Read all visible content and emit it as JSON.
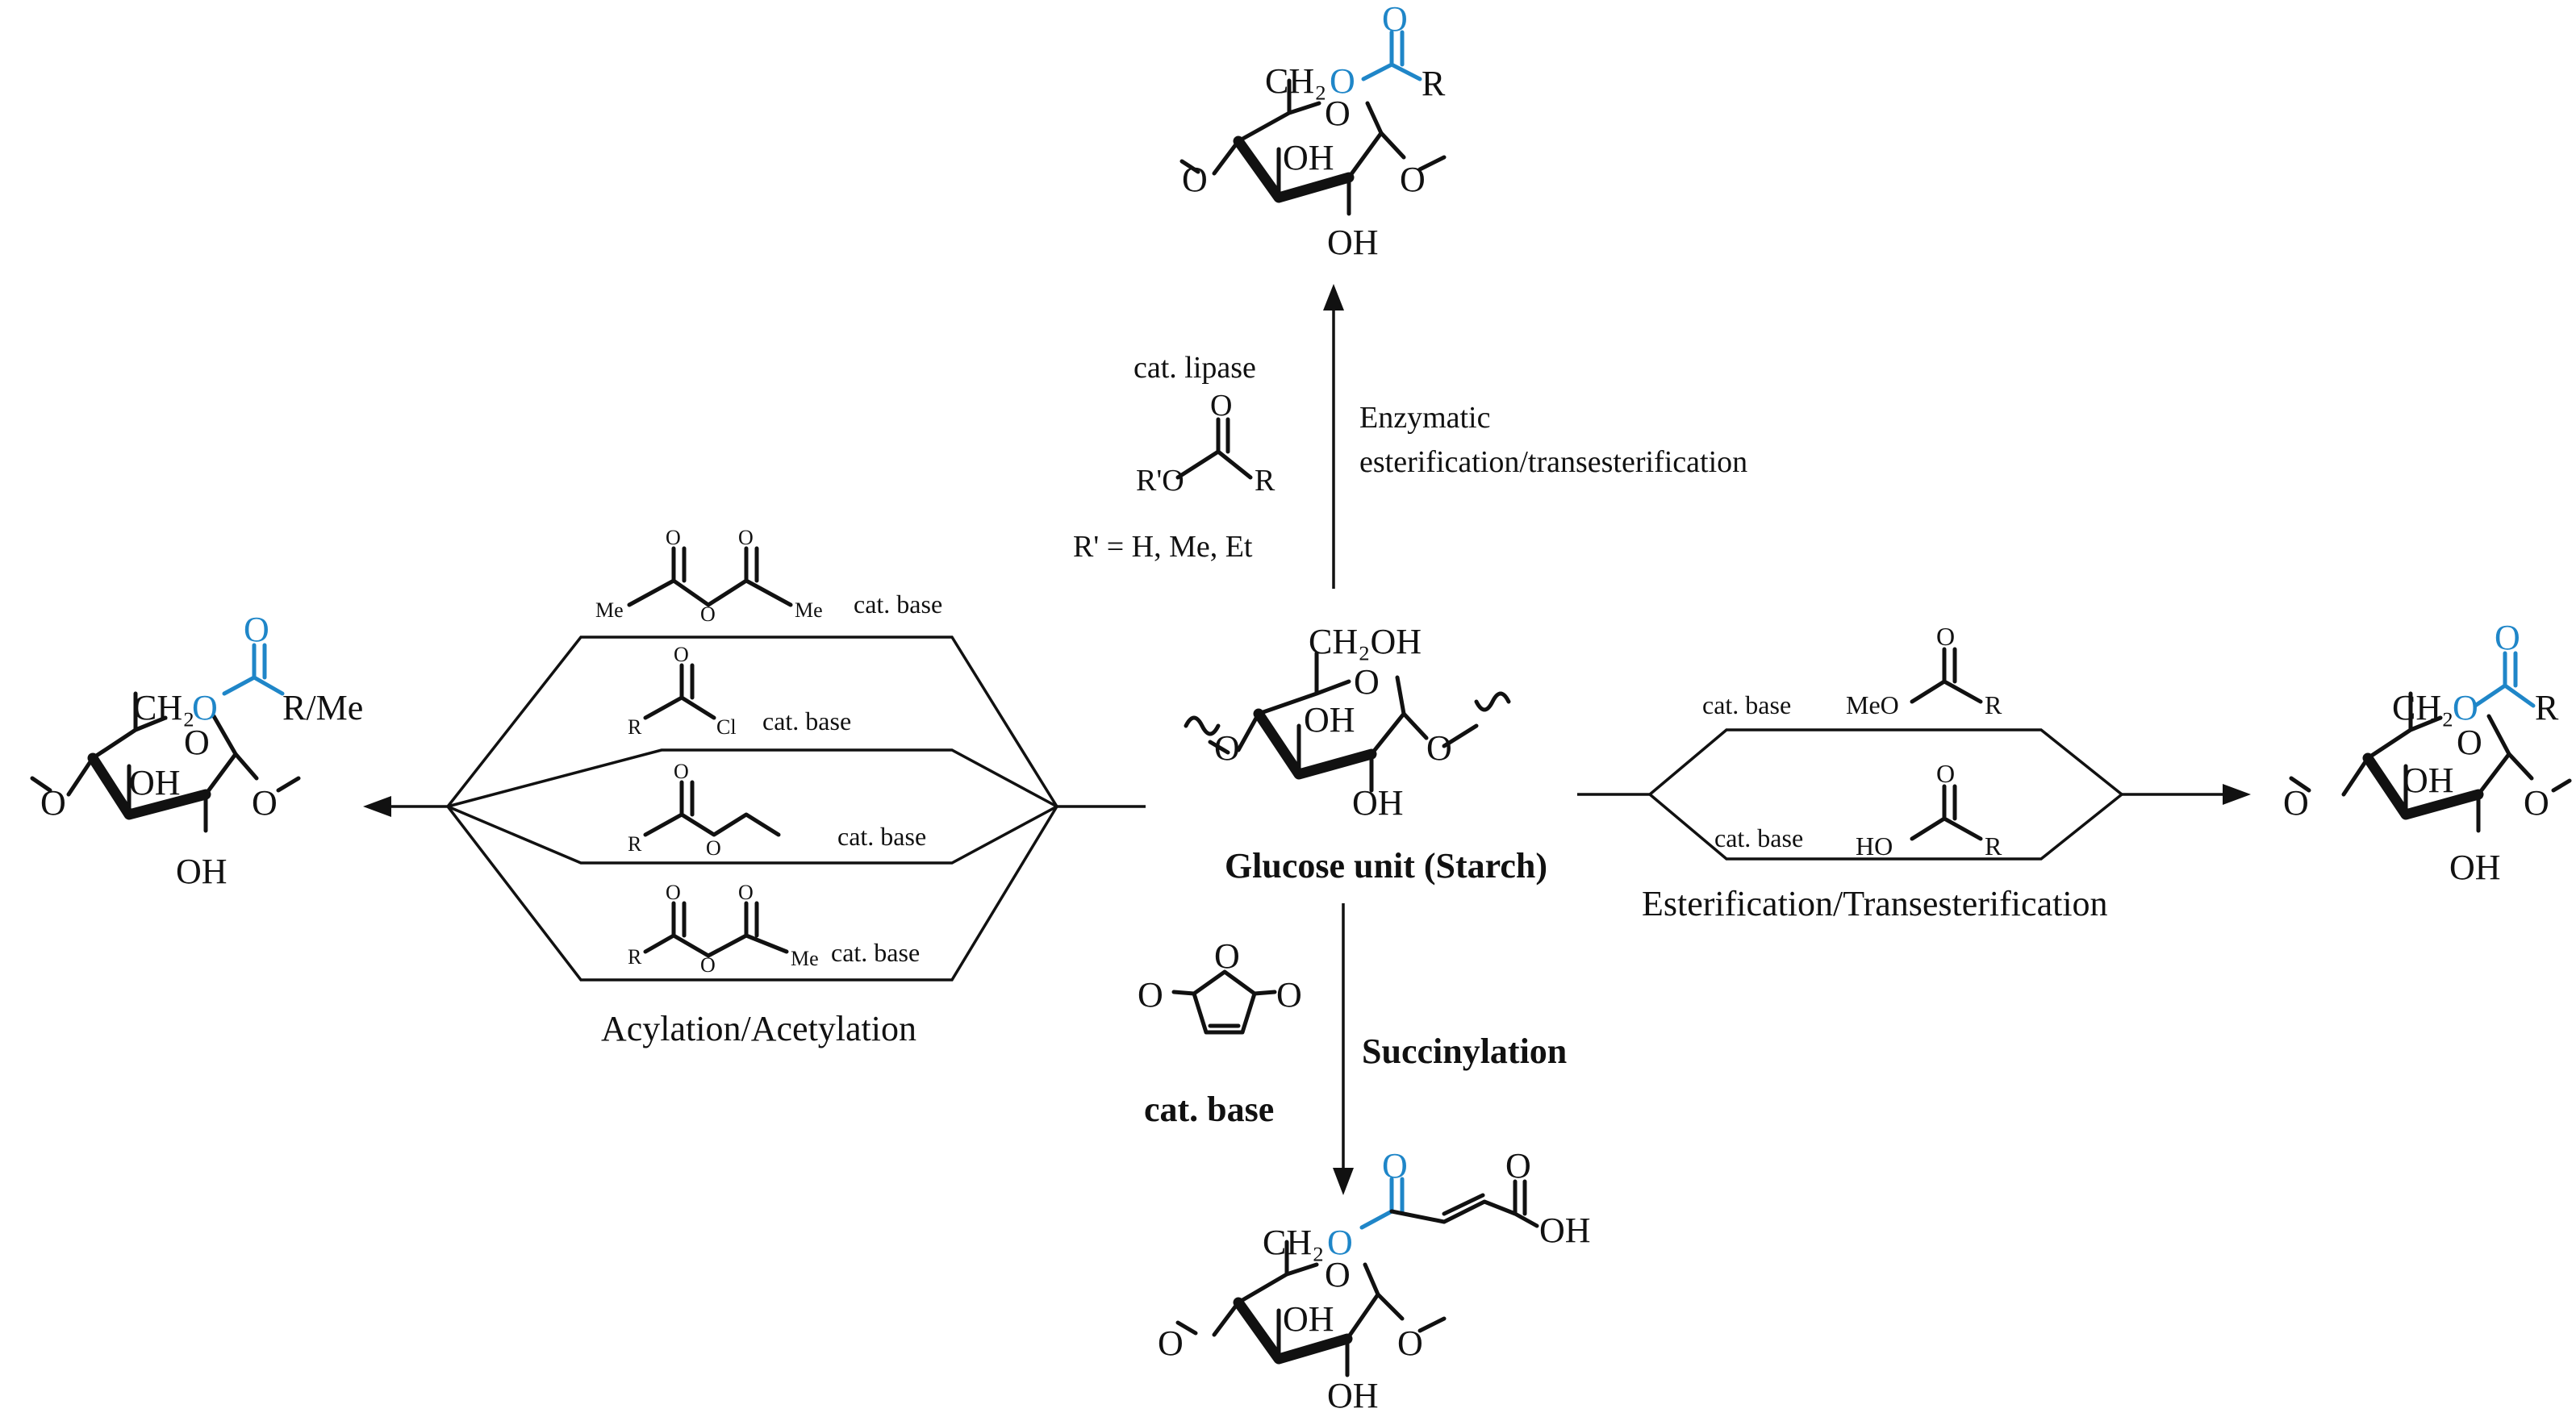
{
  "center": {
    "caption": "Glucose unit (Starch)",
    "ch2oh": "CH₂OH",
    "oh_upper": "OH",
    "oh_lower": "OH",
    "o_left": "O",
    "o_right": "O",
    "ring_o": "O"
  },
  "top": {
    "reagent_catalyst": "cat. lipase",
    "reagent_left": "R'O",
    "reagent_right": "R",
    "reagent_o": "O",
    "reagent_note": "R' = H, Me, Et",
    "label_line1": "Enzymatic",
    "label_line2": "esterification/transesterification",
    "product": {
      "ch2": "CH₂",
      "ester_o": "O",
      "carbonyl_o": "O",
      "r": "R",
      "oh_upper": "OH",
      "oh_lower": "OH",
      "o_left": "O",
      "o_right": "O",
      "ring_o": "O"
    }
  },
  "left": {
    "caption": "Acylation/Acetylation",
    "reagent1": {
      "me_left": "Me",
      "o_mid": "O",
      "o1": "O",
      "o2": "O",
      "me_right": "Me",
      "catalyst": "cat. base"
    },
    "reagent2": {
      "r": "R",
      "cl": "Cl",
      "o": "O",
      "catalyst": "cat. base"
    },
    "reagent3": {
      "r": "R",
      "o_mid": "O",
      "o": "O",
      "catalyst": "cat. base"
    },
    "reagent4": {
      "r": "R",
      "o_mid": "O",
      "o1": "O",
      "o2": "O",
      "me": "Me",
      "catalyst": "cat. base"
    },
    "product": {
      "ch2": "CH₂",
      "ester_o": "O",
      "carbonyl_o": "O",
      "r": "R/Me",
      "oh_upper": "OH",
      "oh_lower": "OH",
      "o_left": "O",
      "o_right": "O",
      "ring_o": "O"
    }
  },
  "right": {
    "caption": "Esterification/Transesterification",
    "reagent1": {
      "catalyst": "cat. base",
      "left": "MeO",
      "r": "R",
      "o": "O"
    },
    "reagent2": {
      "catalyst": "cat. base",
      "left": "HO",
      "r": "R",
      "o": "O"
    },
    "product": {
      "ch2": "CH₂",
      "ester_o": "O",
      "carbonyl_o": "O",
      "r": "R",
      "oh_upper": "OH",
      "oh_lower": "OH",
      "o_left": "O",
      "o_right": "O",
      "ring_o": "O"
    }
  },
  "bottom": {
    "label": "Succinylation",
    "catalyst": "cat. base",
    "anhydride": {
      "o_left": "O",
      "o_right": "O",
      "o_ring": "O"
    },
    "product": {
      "ch2": "CH₂",
      "ester_o": "O",
      "carbonyl_o": "O",
      "acid_o": "O",
      "oh": "OH",
      "oh_upper": "OH",
      "oh_lower": "OH",
      "o_left": "O",
      "o_right": "O",
      "ring_o": "O"
    }
  },
  "colors": {
    "ester_highlight": "#1f86c8",
    "ink": "#111111"
  }
}
